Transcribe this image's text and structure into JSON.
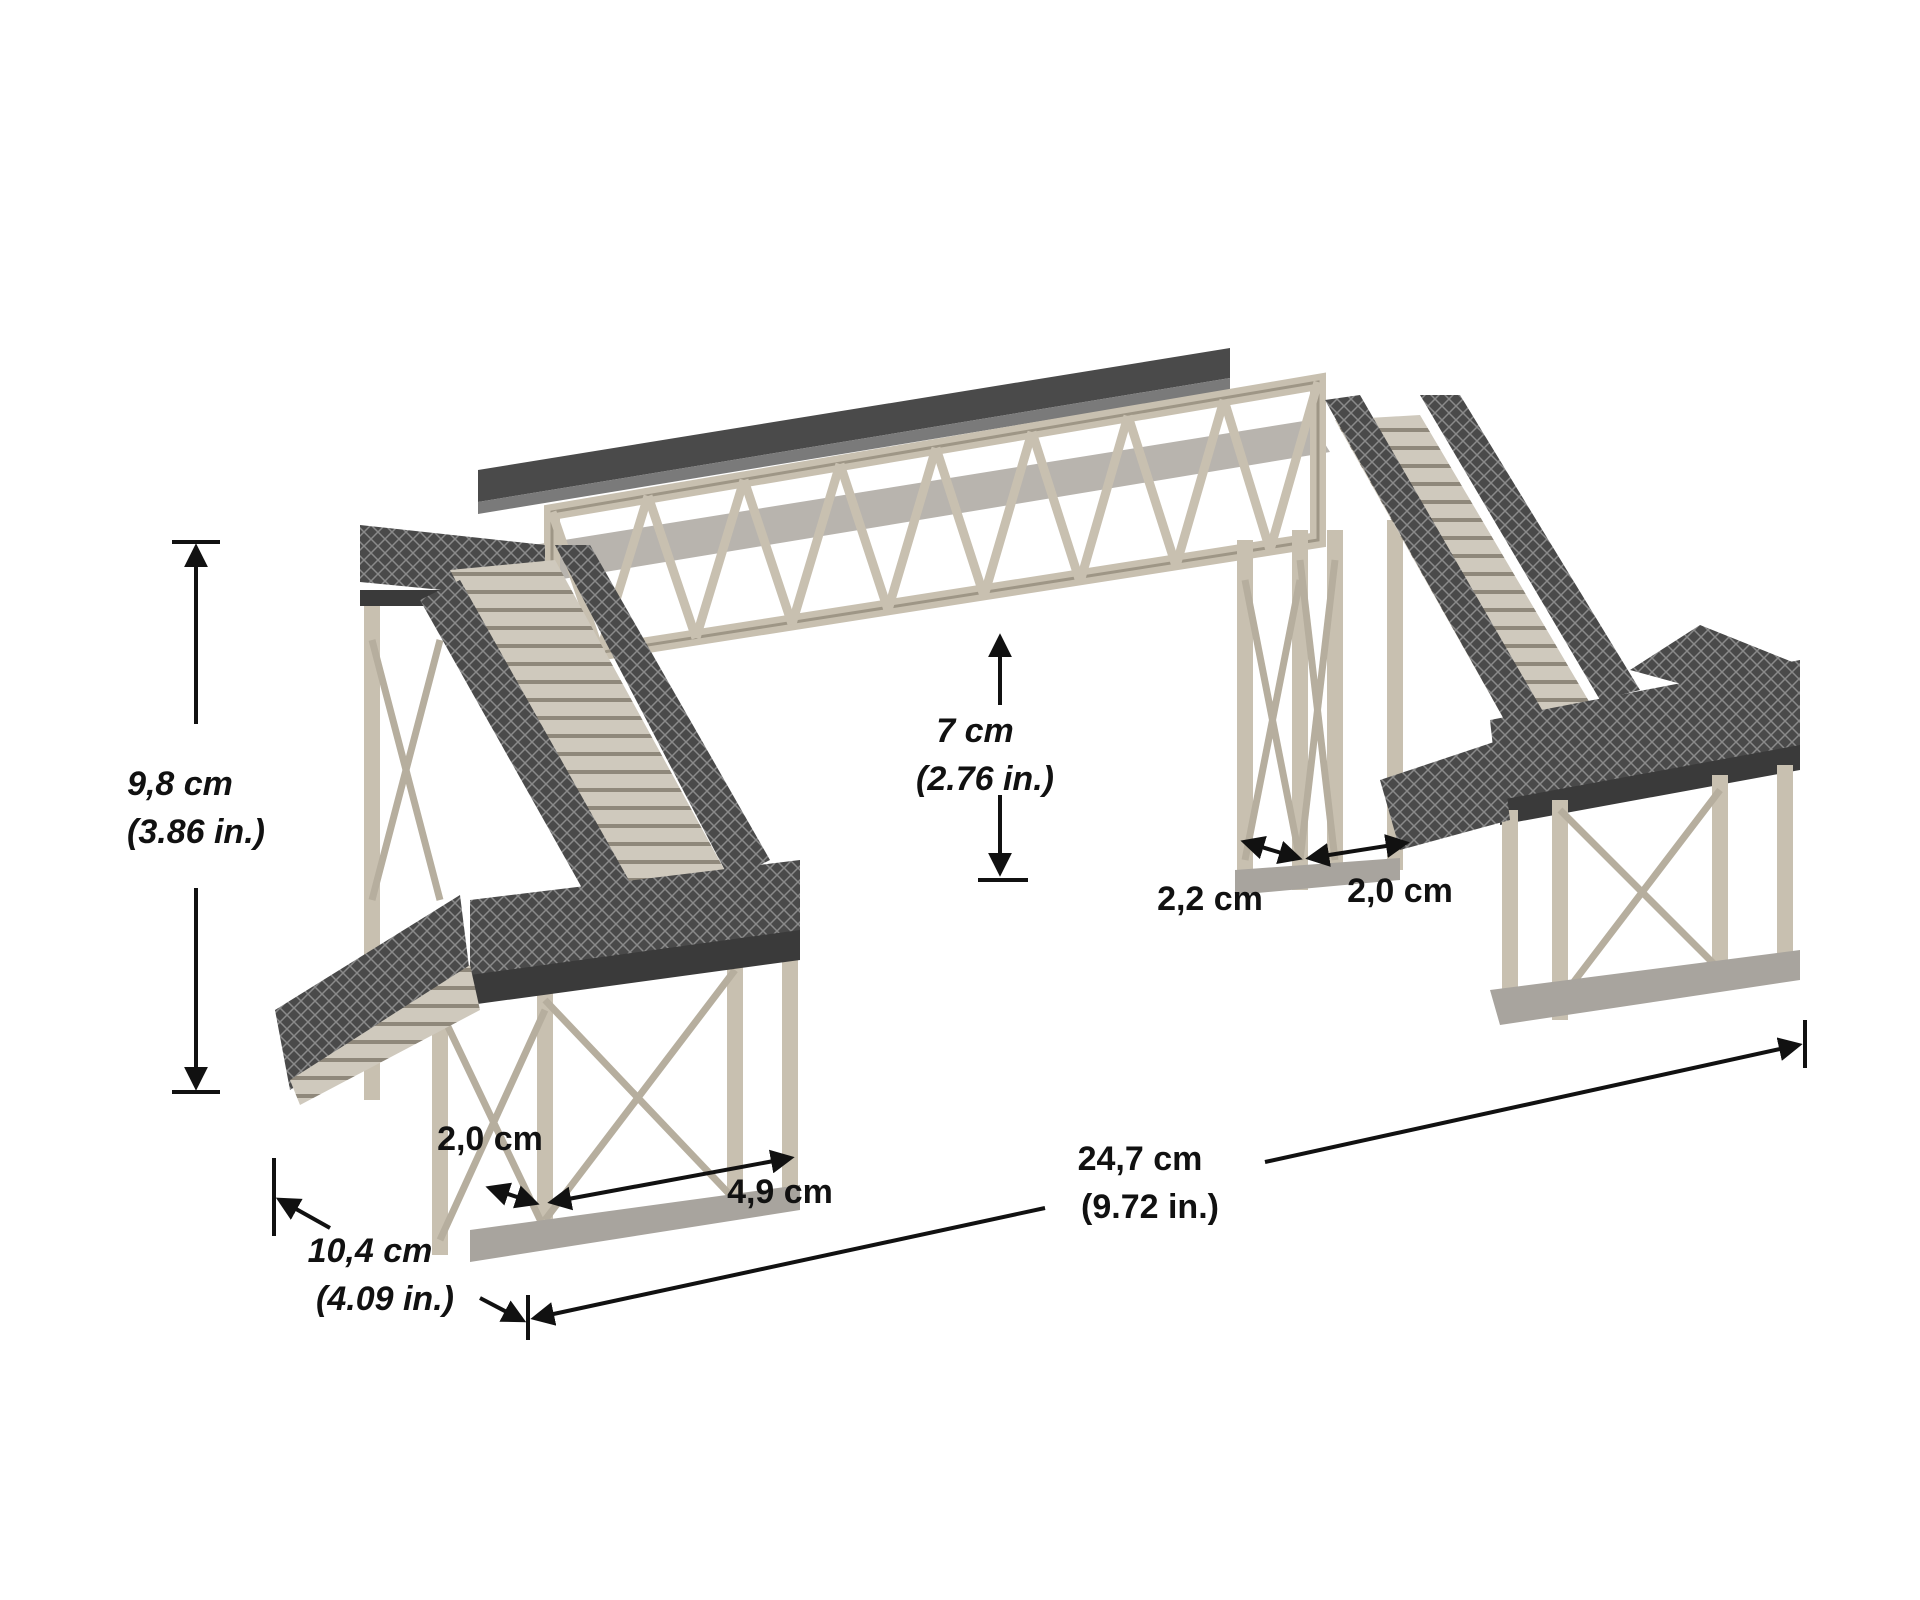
{
  "colors": {
    "background": "#ffffff",
    "rail_dark": "#3a3a3a",
    "rail_mid": "#5a5a5a",
    "truss_light": "#c8c0b0",
    "truss_shade": "#9e9686",
    "deck": "#b8b4ae",
    "label": "#111111"
  },
  "dimensions": {
    "total_height": {
      "metric": "9,8 cm",
      "imperial": "(3.86 in.)"
    },
    "clearance": {
      "metric": "7 cm",
      "imperial": "(2.76 in.)"
    },
    "total_length": {
      "metric": "24,7 cm",
      "imperial": "(9.72 in.)"
    },
    "depth": {
      "metric": "10,4 cm",
      "imperial": "(4.09 in.)"
    },
    "left_tower_leg": "2,0 cm",
    "left_tower_width": "4,9 cm",
    "right_pier_leg": "2,2 cm",
    "right_pier_gap": "2,0 cm"
  }
}
